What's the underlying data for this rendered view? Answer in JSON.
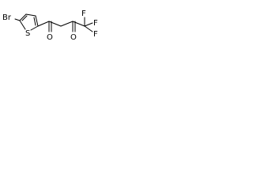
{
  "structure": {
    "atoms": {
      "bromine": "Br",
      "sulfur": "S",
      "ketone_oxygen_1": "O",
      "ketone_oxygen_2": "O",
      "fluorine_1": "F",
      "fluorine_2": "F",
      "fluorine_3": "F"
    }
  }
}
